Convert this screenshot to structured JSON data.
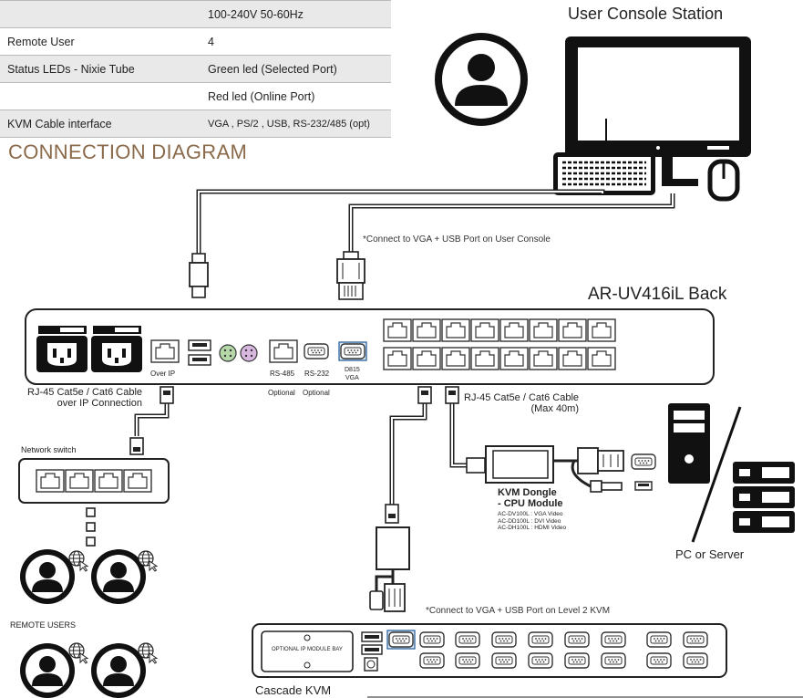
{
  "spec_table": {
    "rows": [
      {
        "key": "",
        "value": "100-240V 50-60Hz"
      },
      {
        "key": "Remote User",
        "value": "4"
      },
      {
        "key": "Status LEDs - Nixie Tube",
        "value": "Green led (Selected Port)"
      },
      {
        "key": "",
        "value": "Red led (Online Port)"
      },
      {
        "key": "KVM Cable interface",
        "value": "VGA , PS/2 , USB, RS-232/485 (opt)"
      }
    ]
  },
  "heading": "CONNECTION DIAGRAM",
  "labels": {
    "user_console": "User Console Station",
    "connect_user_console": "*Connect to VGA + USB Port on User Console",
    "device_back": "AR-UV416iL Back",
    "over_ip_port": "Over IP",
    "rs485": "RS-485",
    "rs232": "RS-232",
    "d15_line1": "D815",
    "d15_line2": "VGA",
    "optional_1": "Optional",
    "optional_2": "Optional",
    "ip_cable_line1": "RJ-45 Cat5e / Cat6 Cable",
    "ip_cable_line2": "over IP Connection",
    "rj45_cable_line1": "RJ-45 Cat5e / Cat6 Cable",
    "rj45_cable_line2": "(Max 40m)",
    "network_switch": "Network switch",
    "dongle_line1": "KVM Dongle",
    "dongle_line2": "- CPU Module",
    "dongle_models": [
      "AC-DV100L : VGA Video",
      "AC-DD100L : DVI Video",
      "AC-DH100L : HDMI Video"
    ],
    "pc_server": "PC or Server",
    "remote_users": "REMOTE USERS",
    "connect_level2": "*Connect to VGA + USB Port on Level 2 KVM",
    "ip_module_bay": "OPTIONAL IP MODULE BAY",
    "cascade_kvm": "Cascade KVM"
  },
  "colors": {
    "heading": "#8a6a4a",
    "table_shade": "#e9e9e9",
    "line": "#222222",
    "vga_port": "#3a6ea5"
  }
}
